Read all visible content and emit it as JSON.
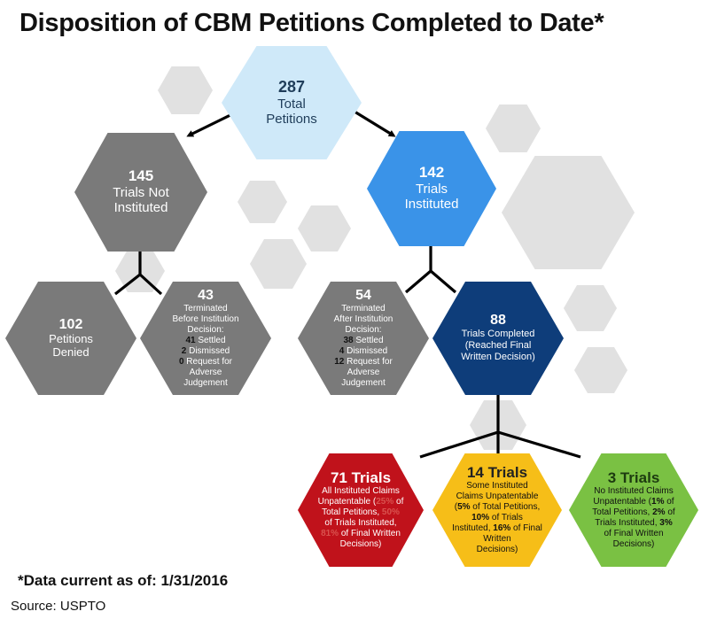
{
  "title": "Disposition of CBM Petitions Completed to Date*",
  "footnote": "*Data current as of: 1/31/2016",
  "source": "Source: USPTO",
  "colors": {
    "total": "#cfe9f9",
    "instituted": "#3a93e8",
    "completed": "#0e3d7a",
    "not_instituted": "#7a7a7a",
    "red": "#c0121b",
    "yellow": "#f6be18",
    "green": "#7ac143",
    "background_hex": "#e1e1e1"
  },
  "nodes": {
    "total": {
      "number": "287",
      "label_1": "Total",
      "label_2": "Petitions"
    },
    "not_instituted": {
      "number": "145",
      "label_1": "Trials Not",
      "label_2": "Instituted"
    },
    "instituted": {
      "number": "142",
      "label_1": "Trials",
      "label_2": "Instituted"
    },
    "denied": {
      "number": "102",
      "label_1": "Petitions",
      "label_2": "Denied"
    },
    "terminated_before": {
      "number": "43",
      "l1": "Terminated",
      "l2": "Before Institution",
      "l3": "Decision:",
      "settled_n": "41",
      "settled_t": " Settled",
      "dismissed_n": "2",
      "dismissed_t": " Dismissed",
      "request_n": "0",
      "request_t": " Request for",
      "l_adverse": "Adverse",
      "l_judgement": "Judgement"
    },
    "terminated_after": {
      "number": "54",
      "l1": "Terminated",
      "l2": "After Institution",
      "l3": "Decision:",
      "settled_n": "38",
      "settled_t": " Settled",
      "dismissed_n": "4",
      "dismissed_t": " Dismissed",
      "request_n": "12",
      "request_t": " Request for",
      "l_adverse": "Adverse",
      "l_judgement": "Judgement"
    },
    "completed": {
      "number": "88",
      "l1": "Trials Completed",
      "l2": "(Reached Final",
      "l3": "Written Decision)"
    },
    "all_unpatentable": {
      "heading": "71 Trials",
      "l1": "All Instituted Claims",
      "l2a": "Unpatentable (",
      "p1": "25%",
      "l2b": " of",
      "l3a": "Total Petitions, ",
      "p2": "50%",
      "l4a": "of Trials Instituted,",
      "p3": "81%",
      "l5b": " of Final Written",
      "l6": "Decisions)"
    },
    "some_unpatentable": {
      "heading": "14 Trials",
      "l1": "Some Instituted",
      "l2": "Claims Unpatentable",
      "l3a": "(",
      "p1": "5%",
      "l3b": " of Total Petitions,",
      "p2": "10%",
      "l4b": " of Trials",
      "l5a": "Instituted, ",
      "p3": "16%",
      "l5b": " of Final",
      "l6": "Written",
      "l7": "Decisions)"
    },
    "none_unpatentable": {
      "heading": "3 Trials",
      "l1": "No Instituted Claims",
      "l2a": "Unpatentable (",
      "p1": "1%",
      "l2b": " of",
      "l3a": "Total Petitions, ",
      "p2": "2%",
      "l3b": " of",
      "l4a": "Trials Instituted, ",
      "p3": "3%",
      "l5": "of Final Written",
      "l6": "Decisions)"
    }
  }
}
